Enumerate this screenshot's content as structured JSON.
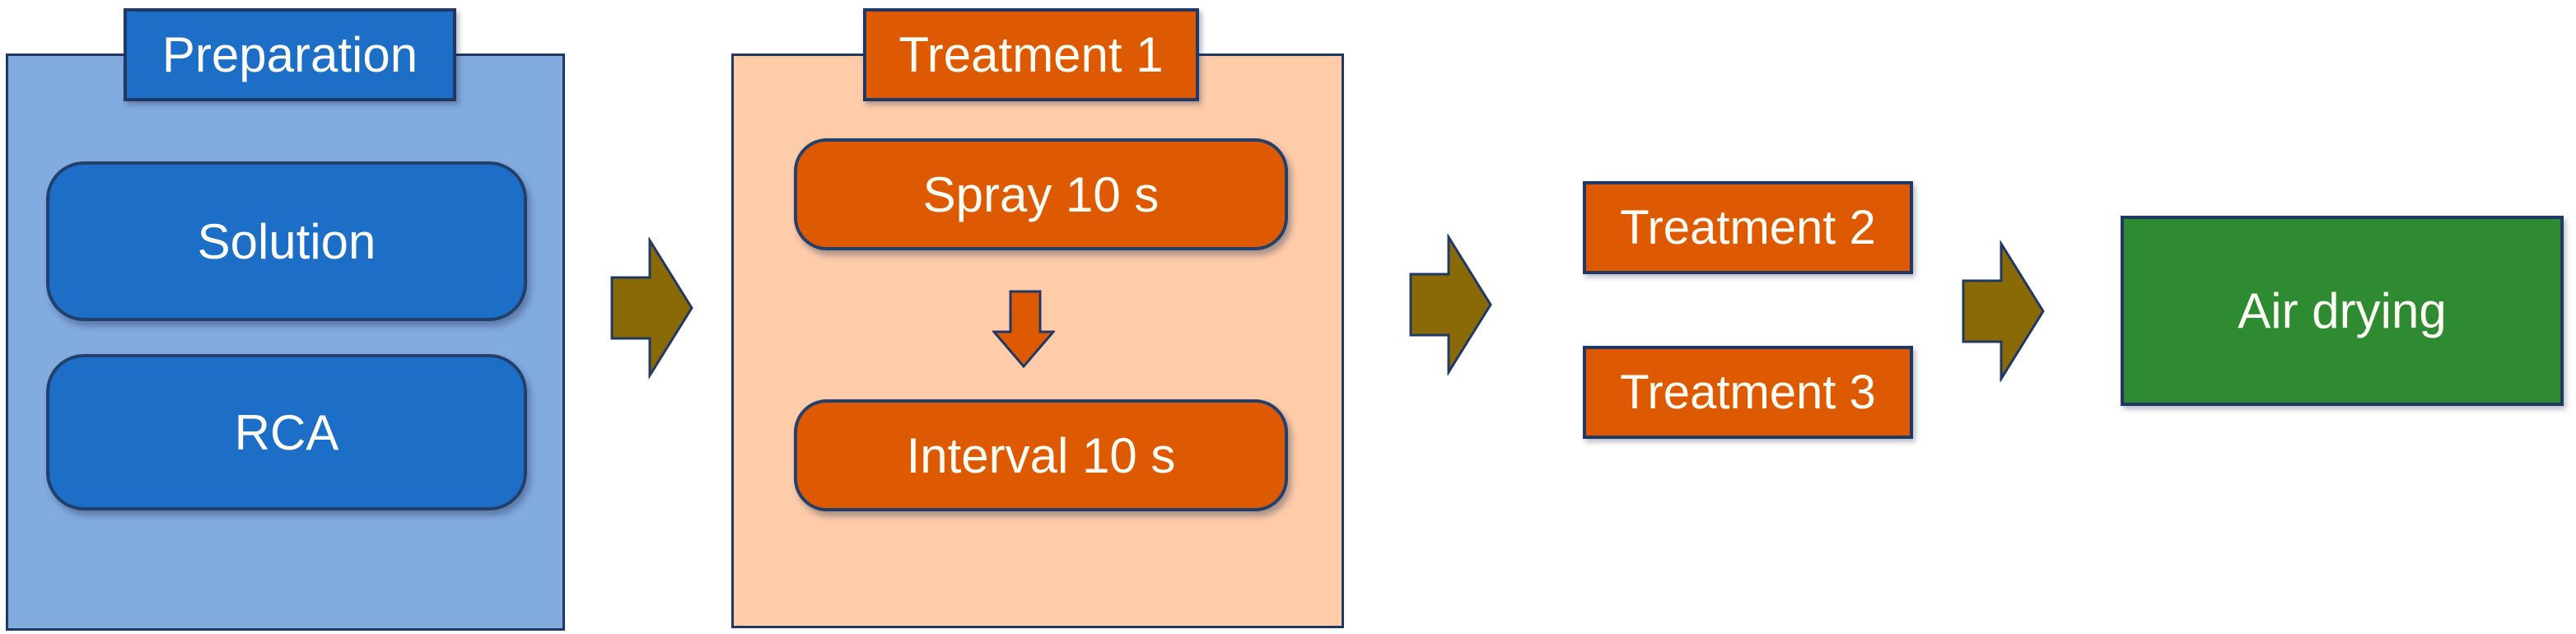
{
  "diagram": {
    "type": "process-flowchart",
    "nodes": {
      "preparation_header": "Preparation",
      "solution": "Solution",
      "rca": "RCA",
      "treatment1_header": "Treatment 1",
      "spray": "Spray 10 s",
      "interval": "Interval 10 s",
      "treatment2": "Treatment 2",
      "treatment3": "Treatment 3",
      "air_drying": "Air drying"
    },
    "groups": [
      {
        "header": "Preparation",
        "children": [
          "Solution",
          "RCA"
        ]
      },
      {
        "header": "Treatment 1",
        "children": [
          "Spray 10 s",
          "Interval 10 s"
        ]
      }
    ],
    "flow_order": [
      "Preparation",
      "Treatment 1",
      "Treatment 2 / Treatment 3",
      "Air drying"
    ],
    "colors": {
      "container_blue": "#82abe0",
      "box_blue": "#1c6ec6",
      "container_peach": "#fecca9",
      "box_orange": "#de5a02",
      "box_green": "#2e8b31",
      "arrow_olive": "#8a6a06",
      "outline_navy": "#1f3864",
      "text": "#fdfdf5",
      "background": "#ffffff"
    }
  }
}
